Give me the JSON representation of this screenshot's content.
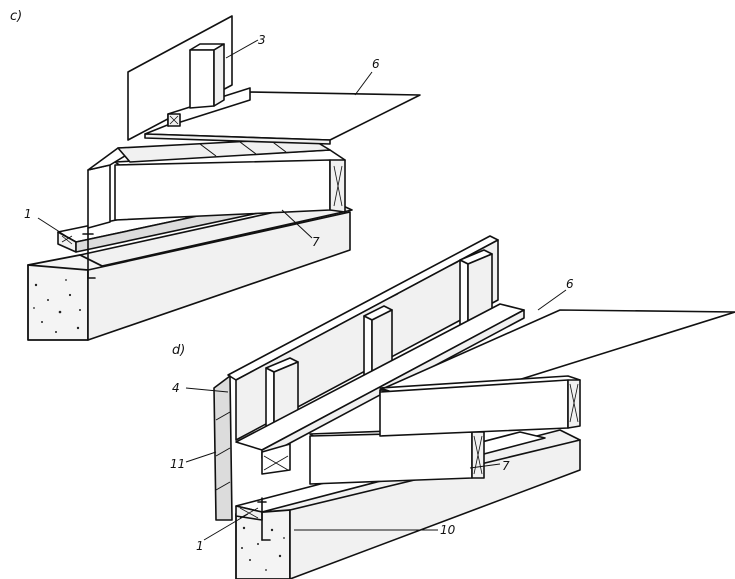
{
  "sections": {
    "c": "c)",
    "d": "d)"
  },
  "labels_c": {
    "stud": "3",
    "subfloor": "6",
    "sill": "1",
    "joist": "7"
  },
  "labels_d": {
    "subfloor": "6",
    "header": "4",
    "sheathing": "11",
    "joist": "7",
    "sill": "1",
    "foundation": "10"
  }
}
